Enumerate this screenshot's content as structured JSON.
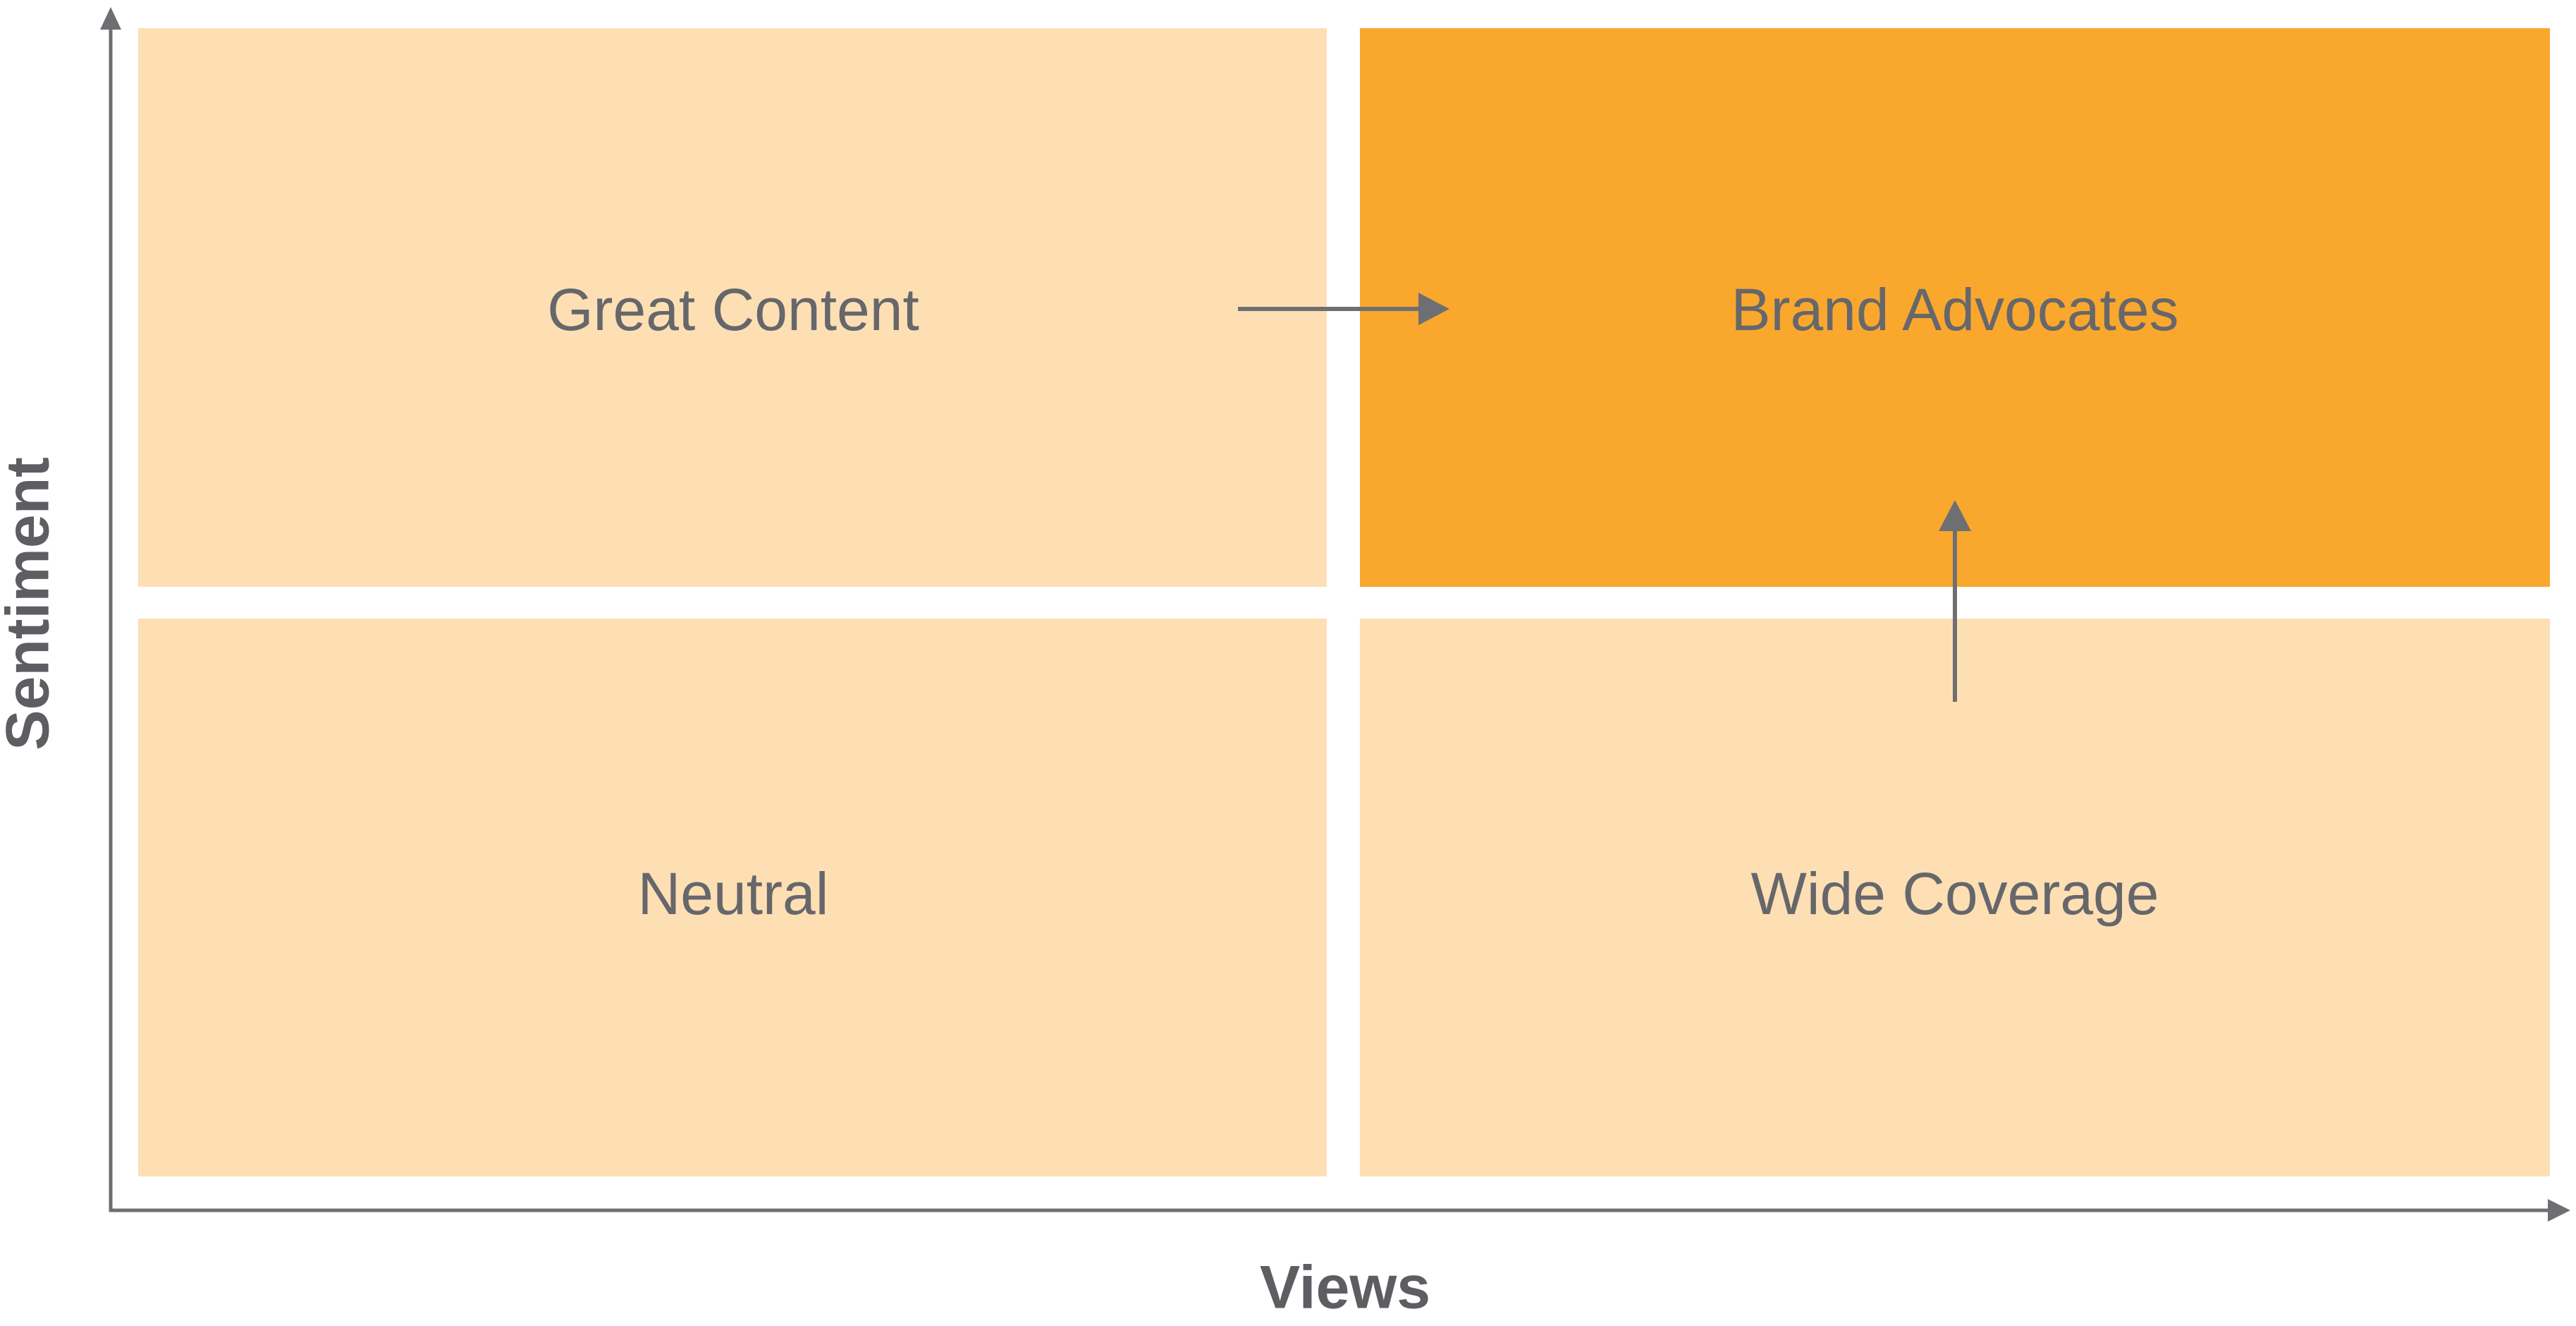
{
  "axes": {
    "x_label": "Views",
    "y_label": "Sentiment"
  },
  "quadrants": {
    "top_left": {
      "label": "Great Content",
      "color": "#fddfb3"
    },
    "top_right": {
      "label": "Brand Advocates",
      "color": "#f9a72d"
    },
    "bottom_left": {
      "label": "Neutral",
      "color": "#fddfb3"
    },
    "bottom_right": {
      "label": "Wide Coverage",
      "color": "#fddfb3"
    }
  },
  "colors": {
    "axis": "#6e6f73",
    "arrow": "#6e6f73"
  }
}
